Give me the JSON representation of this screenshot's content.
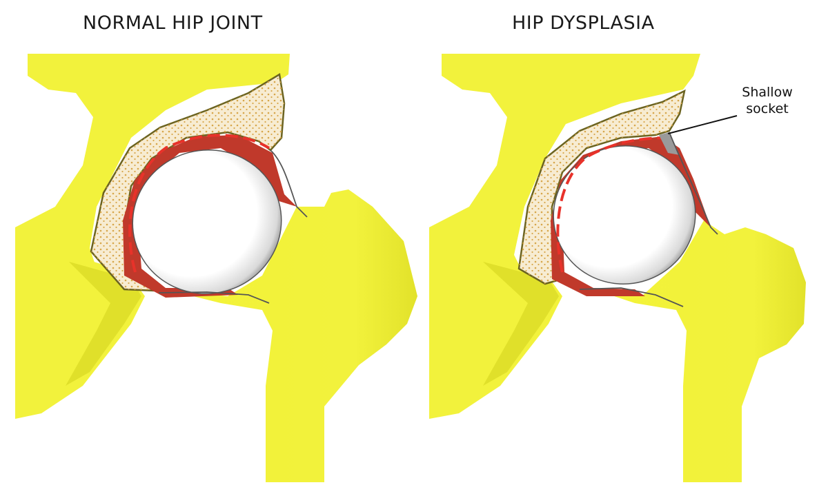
{
  "titles": {
    "normal": "NORMAL HIP JOINT",
    "dysplasia": "HIP DYSPLASIA"
  },
  "callout": {
    "line1": "Shallow",
    "line2": "socket"
  },
  "colors": {
    "bone_yellow": "#f2f23c",
    "bone_shadow": "#d6d620",
    "pelvis_cortex": "#f7ecd2",
    "outline": "#6b6320",
    "cartilage_red": "#c0392b",
    "dash_red": "#e8322a",
    "femoral_head": "#ffffff"
  }
}
